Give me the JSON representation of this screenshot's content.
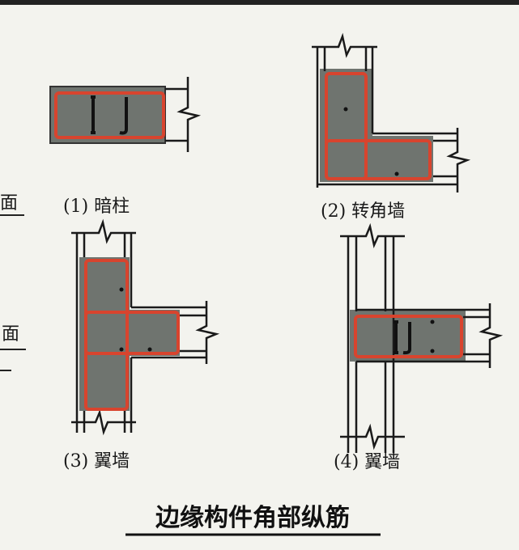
{
  "figures": [
    {
      "label": "(1) 暗柱"
    },
    {
      "label": "(2) 转角墙"
    },
    {
      "label": "(3) 翼墙"
    },
    {
      "label": "(4) 翼墙"
    }
  ],
  "left_margin_fragments": [
    "面",
    "面"
  ],
  "title": "边缘构件角部纵筋",
  "colors": {
    "stirrup": "#d8442e",
    "concrete": "#6f746f",
    "background": "#f3f3ee"
  }
}
